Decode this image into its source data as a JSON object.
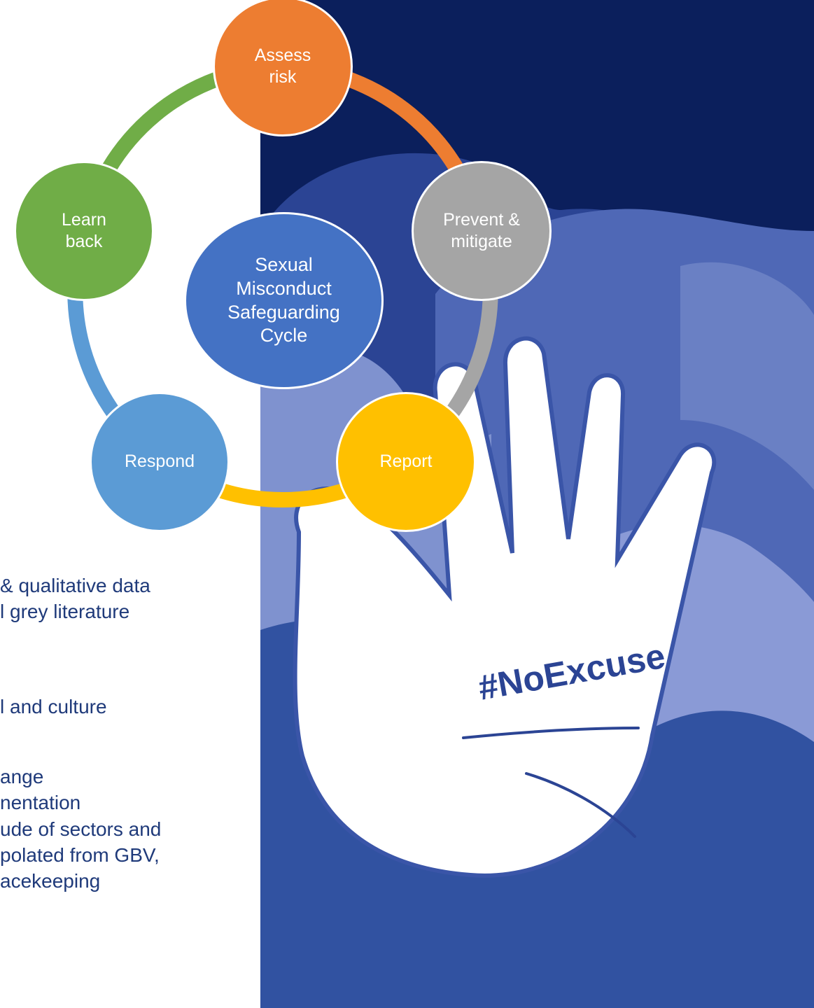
{
  "diagram": {
    "center": "Sexual\nMisconduct\nSafeguarding\nCycle",
    "nodes": [
      {
        "id": "assess",
        "label": "Assess\nrisk",
        "color": "#ed7d31"
      },
      {
        "id": "prevent",
        "label": "Prevent &\nmitigate",
        "color": "#a5a5a5"
      },
      {
        "id": "report",
        "label": "Report",
        "color": "#ffc000"
      },
      {
        "id": "respond",
        "label": "Respond",
        "color": "#5b9bd5"
      },
      {
        "id": "learn",
        "label": "Learn\nback",
        "color": "#70ad47"
      }
    ],
    "center_color": "#4472c4"
  },
  "body_text": [
    "& qualitative data",
    "l grey literature",
    "l and culture",
    "ange",
    "nentation",
    "ude of sectors and",
    "polated from GBV,",
    "acekeeping"
  ],
  "poster": {
    "hashtag": "#NoExcuse",
    "background": "#0b1f5c"
  }
}
